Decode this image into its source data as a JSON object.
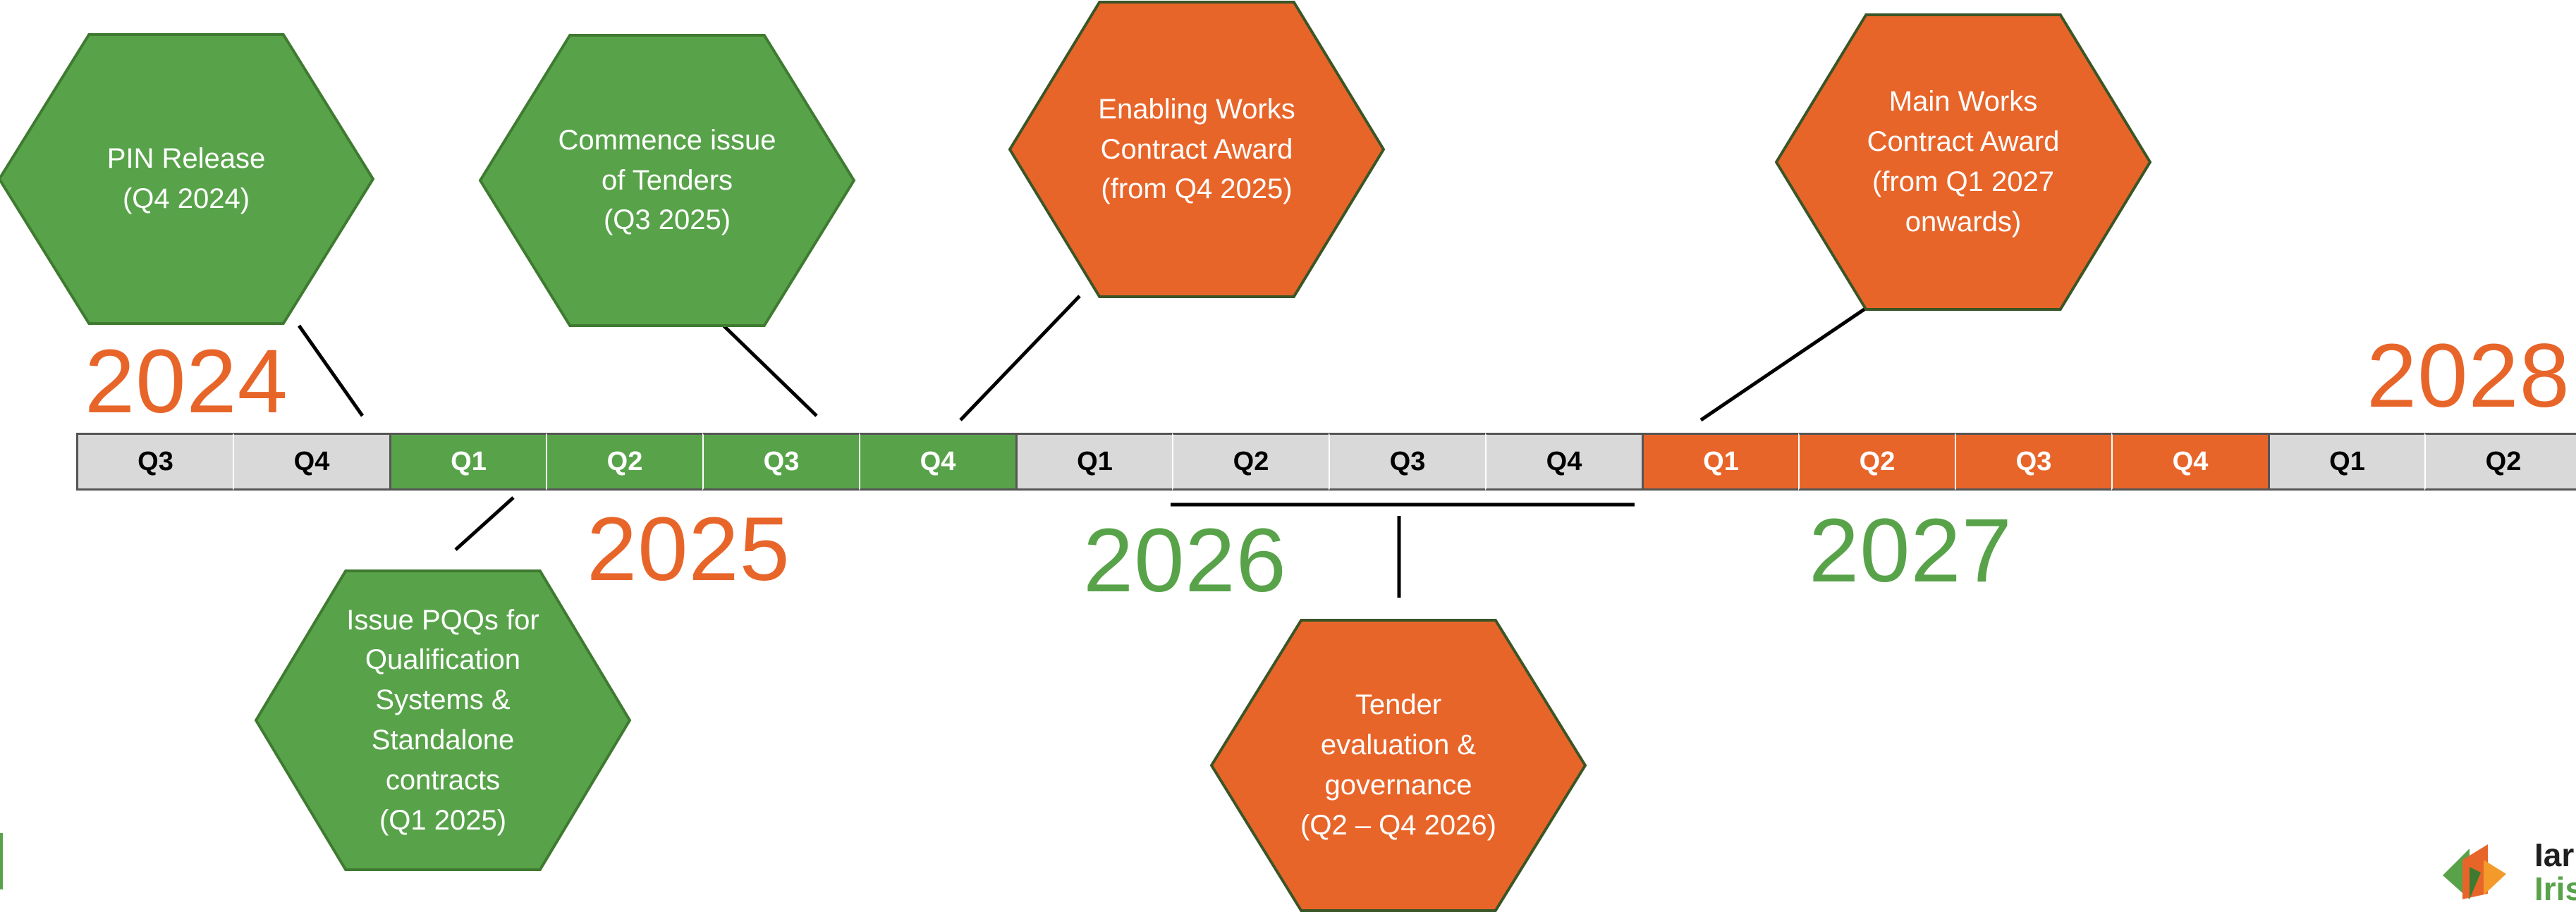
{
  "colors": {
    "green": "#58a34a",
    "green_stroke": "#3f7a31",
    "orange": "#e8652a",
    "orange_stroke": "#3a5526",
    "grey": "#d9d9d9",
    "line": "#000000",
    "text_on_fill": "#ffffff",
    "text_on_grey": "#000000"
  },
  "timeline": {
    "segments": [
      {
        "label": "Q3",
        "fill": "grey"
      },
      {
        "label": "Q4",
        "fill": "grey"
      },
      {
        "label": "Q1",
        "fill": "green"
      },
      {
        "label": "Q2",
        "fill": "green"
      },
      {
        "label": "Q3",
        "fill": "green"
      },
      {
        "label": "Q4",
        "fill": "green"
      },
      {
        "label": "Q1",
        "fill": "grey"
      },
      {
        "label": "Q2",
        "fill": "grey"
      },
      {
        "label": "Q3",
        "fill": "grey"
      },
      {
        "label": "Q4",
        "fill": "grey"
      },
      {
        "label": "Q1",
        "fill": "orange"
      },
      {
        "label": "Q2",
        "fill": "orange"
      },
      {
        "label": "Q3",
        "fill": "orange"
      },
      {
        "label": "Q4",
        "fill": "orange"
      },
      {
        "label": "Q1",
        "fill": "grey"
      },
      {
        "label": "Q2",
        "fill": "grey"
      }
    ]
  },
  "years": [
    {
      "label": "2024",
      "color": "orange"
    },
    {
      "label": "2025",
      "color": "orange"
    },
    {
      "label": "2026",
      "color": "green"
    },
    {
      "label": "2027",
      "color": "green"
    },
    {
      "label": "2028",
      "color": "orange"
    }
  ],
  "milestones": [
    {
      "text": "PIN Release\n(Q4 2024)",
      "color": "green"
    },
    {
      "text": "Commence issue\nof Tenders\n(Q3 2025)",
      "color": "green"
    },
    {
      "text": "Enabling Works\nContract Award\n(from Q4 2025)",
      "color": "orange"
    },
    {
      "text": "Main Works\nContract Award\n(from Q1 2027\nonwards)",
      "color": "orange"
    },
    {
      "text": "Issue PQQs for\nQualification\nSystems &\nStandalone\ncontracts\n(Q1 2025)",
      "color": "green"
    },
    {
      "text": "Tender\nevaluation &\ngovernance\n(Q2 – Q4 2026)",
      "color": "orange"
    }
  ],
  "logo": {
    "text_line1": "Iarn",
    "text_line2": "Iris"
  }
}
